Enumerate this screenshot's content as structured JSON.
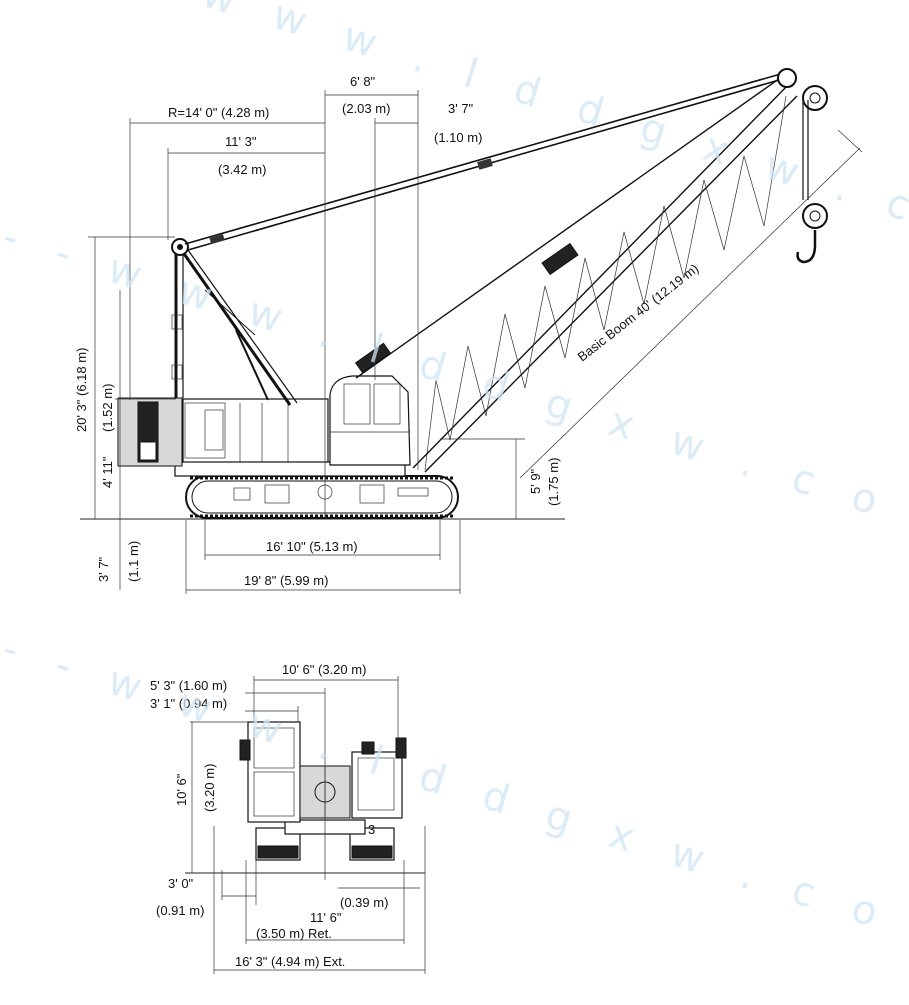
{
  "watermark": {
    "text_1": "w w w . l d d g x w . c o m - - - - -",
    "text_2": "- - w w w . l d d g x w . c o m - - - - -",
    "text_3": "- - w w w . l d d g x w . c o m - - - - -"
  },
  "side_view": {
    "dims": {
      "radius": "R=14' 0\" (4.28 m)",
      "top_6_8": "6' 8\"",
      "top_2_03": "(2.03 m)",
      "top_3_7": "3' 7\"",
      "top_1_10": "(1.10 m)",
      "mid_11_3": "11' 3\"",
      "mid_3_42": "(3.42 m)",
      "boom": "Basic Boom 40' (12.19 m)",
      "height_total": "20' 3\" (6.18 m)",
      "height_1_52": "(1.52 m)",
      "height_4_11": "4' 11\"",
      "height_5_9": "5' 9\"",
      "height_1_75": "(1.75 m)",
      "below_3_7": "3' 7\"",
      "below_1_1": "(1.1 m)",
      "track_length": "16' 10\" (5.13 m)",
      "overall_length": "19' 8\" (5.99 m)"
    }
  },
  "rear_view": {
    "dims": {
      "width_10_6": "10' 6\" (3.20 m)",
      "width_5_3": "5' 3\" (1.60 m)",
      "width_3_1": "3' 1\" (0.94 m)",
      "height_10_6": "10' 6\"",
      "height_3_20": "(3.20 m)",
      "ground_3_0": "3' 0\"",
      "ground_0_91": "(0.91 m)",
      "offset_0_39": "(0.39 m)",
      "ret_11_6": "11' 6\"",
      "ret_3_50": "(3.50 m) Ret.",
      "ext_16_3": "16' 3\" (4.94 m) Ext.",
      "small_3": "3"
    }
  }
}
